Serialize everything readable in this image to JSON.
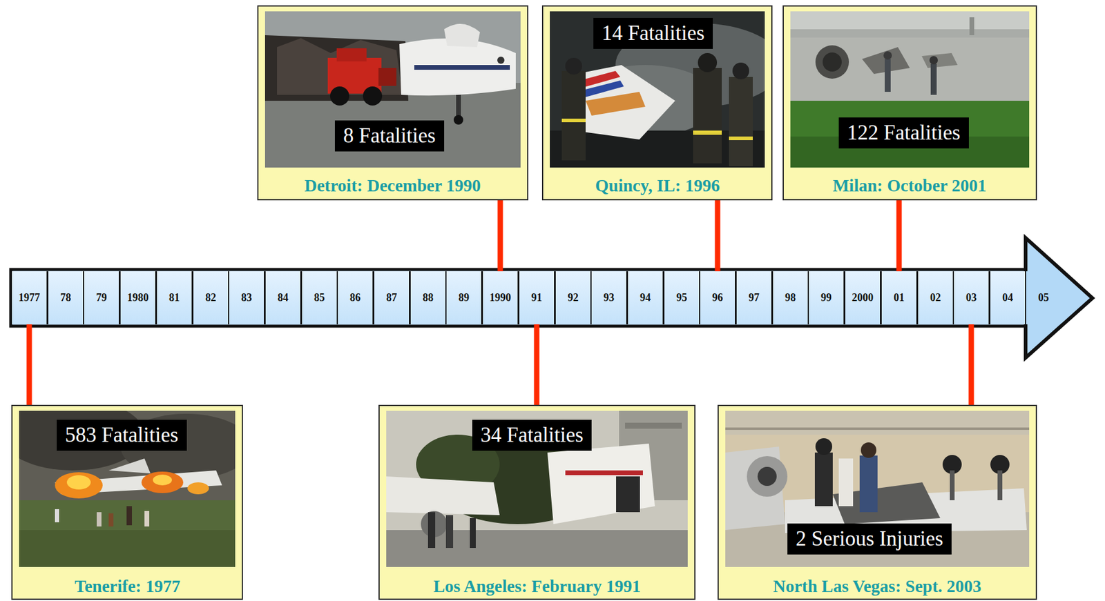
{
  "diagram": {
    "nodes": [
      {
        "text": [
          "8 Fatalities",
          "Detroit: December 1990"
        ]
      },
      {
        "text": [
          "14 Fatalities",
          "Quincy, IL: 1996"
        ]
      },
      {
        "text": [
          "122 Fatalities",
          "Milan: October 2001"
        ]
      },
      {
        "text": [
          "1977"
        ]
      },
      {
        "text": [
          "78"
        ]
      },
      {
        "text": [
          "79"
        ]
      },
      {
        "text": [
          "1980"
        ]
      },
      {
        "text": [
          "81"
        ]
      },
      {
        "text": [
          "82"
        ]
      },
      {
        "text": [
          "83"
        ]
      },
      {
        "text": [
          "84"
        ]
      },
      {
        "text": [
          "85"
        ]
      },
      {
        "text": [
          "86"
        ]
      },
      {
        "text": [
          "87"
        ]
      },
      {
        "text": [
          "88"
        ]
      },
      {
        "text": [
          "89"
        ]
      },
      {
        "text": [
          "1990"
        ]
      },
      {
        "text": [
          "91"
        ]
      },
      {
        "text": [
          "92"
        ]
      },
      {
        "text": [
          "93"
        ]
      },
      {
        "text": [
          "94"
        ]
      },
      {
        "text": [
          "95"
        ]
      },
      {
        "text": [
          "96"
        ]
      },
      {
        "text": [
          "97"
        ]
      },
      {
        "text": [
          "98"
        ]
      },
      {
        "text": [
          "99"
        ]
      },
      {
        "text": [
          "2000"
        ]
      },
      {
        "text": [
          "01"
        ]
      },
      {
        "text": [
          "02"
        ]
      },
      {
        "text": [
          "03"
        ]
      },
      {
        "text": [
          "04"
        ]
      },
      {
        "text": [
          "05"
        ]
      },
      {
        "text": [
          "583 Fatalities",
          "Tenerife: 1977"
        ]
      },
      {
        "text": [
          "34 Fatalities",
          "Los Angeles: February 1991"
        ]
      },
      {
        "text": [
          "2 Serious Injuries",
          "North Las Vegas: Sept. 2003"
        ]
      }
    ],
    "edges": [
      {
        "from": 0,
        "to": 16,
        "arrow": "none"
      },
      {
        "from": 1,
        "to": 22,
        "arrow": "none"
      },
      {
        "from": 2,
        "to": 27,
        "arrow": "none"
      },
      {
        "from": 32,
        "to": 3,
        "arrow": "none"
      },
      {
        "from": 33,
        "to": 17,
        "arrow": "none"
      },
      {
        "from": 34,
        "to": 29,
        "arrow": "none"
      }
    ]
  }
}
